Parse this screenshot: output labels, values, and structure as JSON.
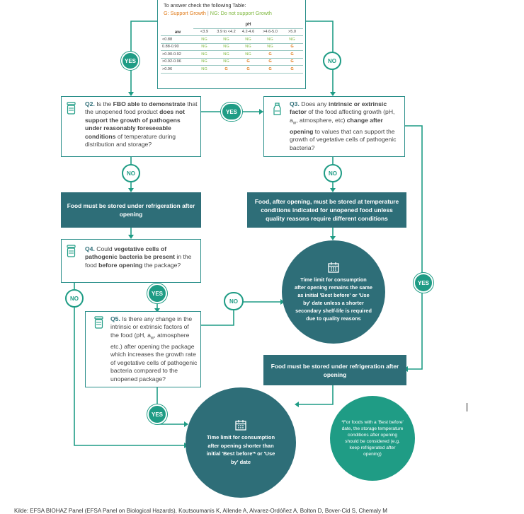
{
  "table": {
    "intro": "To answer check the following Table:",
    "legend_g": "G: Support Growth",
    "legend_sep": " | ",
    "legend_ng": "NG: Do not support Growth",
    "ph_label": "pH",
    "aw_label": "aw",
    "ph_headers": [
      "<3.9",
      "3.9 to <4.2",
      "4.2-4.6",
      ">4.6-5.0",
      ">5.0"
    ],
    "rows": [
      {
        "aw": "<0.88",
        "cells": [
          "NG",
          "NG",
          "NG",
          "NG",
          "NG"
        ]
      },
      {
        "aw": "0.88-0.90",
        "cells": [
          "NG",
          "NG",
          "NG",
          "NG",
          "G"
        ]
      },
      {
        "aw": ">0.90-0.92",
        "cells": [
          "NG",
          "NG",
          "NG",
          "G",
          "G"
        ]
      },
      {
        "aw": ">0.92-0.96",
        "cells": [
          "NG",
          "NG",
          "G",
          "G",
          "G"
        ]
      },
      {
        "aw": ">0.96",
        "cells": [
          "NG",
          "G",
          "G",
          "G",
          "G"
        ]
      }
    ]
  },
  "badges": {
    "yes": "YES",
    "no": "NO"
  },
  "q2": {
    "prefix": "Q2.",
    "t1": " Is the ",
    "b1": "FBO able to demonstrate",
    "t2": " that the unopened food product ",
    "b2": "does not support the growth of pathogens under reasonably foreseeable conditions",
    "t3": " of temperature during distribution and storage?"
  },
  "q3": {
    "prefix": "Q3.",
    "t1": " Does any ",
    "b1": "intrinsic or extrinsic factor",
    "t2": " of the food affecting growth (pH, a",
    "sub": "w",
    "t3": ", atmosphere, etc) ",
    "b2": "change after opening",
    "t4": " to values that can support the growth of vegetative cells of pathogenic bacteria?"
  },
  "q4": {
    "prefix": "Q4.",
    "t1": " Could ",
    "b1": "vegetative cells of pathogenic bacteria be present",
    "t2": " in the food ",
    "b2": "before opening",
    "t3": " the package?"
  },
  "q5": {
    "prefix": "Q5.",
    "t1": " Is there any change in the intrinsic or extrinsic factors of the food (pH, a",
    "sub": "w",
    "t2": ", atmosphere etc.) after opening the package which increases the growth rate of vegetative cells of pathogenic bacteria compared to the unopened package?"
  },
  "boxes": {
    "fridge_left": "Food must be stored under refrigeration after opening",
    "after_opening": "Food, after opening, must be stored at temperature conditions indicated for unopened food unless quality reasons require different conditions",
    "fridge_right": "Food must be stored under refrigeration after opening"
  },
  "circles": {
    "same": "Time limit for consumption after opening remains the same as initial 'Best before' or 'Use by' date unless a shorter secondary shelf-life is required due to quality reasons",
    "shorter": "Time limit for consumption after opening shorter than initial 'Best before'* or 'Use by' date",
    "note": "*For foods with a 'Best before' date, the storage temperature conditions after opening should be considered (e.g. keep refrigerated after opening)"
  },
  "caption": "Kilde: EFSA BIOHAZ Panel (EFSA Panel on Biological Hazards), Koutsoumanis K, Allende A, Alvarez-Ordóñez A, Bolton D, Bover-Cid S, Chemaly M",
  "colors": {
    "teal_dark": "#2e6e78",
    "teal": "#1f9c85",
    "growth": "#e07b1a",
    "no_growth": "#7fb83f"
  }
}
